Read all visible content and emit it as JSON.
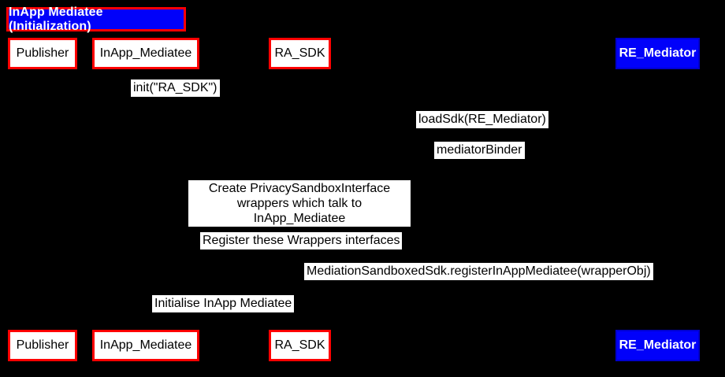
{
  "diagram": {
    "title": "InApp Mediatee (Initialization)"
  },
  "actors": {
    "publisher": {
      "label": "Publisher"
    },
    "inapp_mediatee": {
      "label": "InApp_Mediatee"
    },
    "ra_sdk": {
      "label": "RA_SDK"
    },
    "re_mediator": {
      "label": "RE_Mediator"
    }
  },
  "messages": [
    {
      "text": "init(\"RA_SDK\")"
    },
    {
      "text": "loadSdk(RE_Mediator)"
    },
    {
      "text": "mediatorBinder"
    },
    {
      "text": "Create PrivacySandboxInterface\nwrappers which talk to InApp_Mediatee"
    },
    {
      "text": "Register these Wrappers interfaces"
    },
    {
      "text": "MediationSandboxedSdk.registerInAppMediatee(wrapperObj)"
    },
    {
      "text": "Initialise InApp Mediatee"
    }
  ],
  "colors": {
    "background": "#000000",
    "box_border": "#ff0000",
    "box_fill": "#ffffff",
    "highlight_fill": "#0101fa",
    "label_bg": "#ffffff",
    "text_dark": "#000000",
    "text_light": "#ffffff"
  }
}
